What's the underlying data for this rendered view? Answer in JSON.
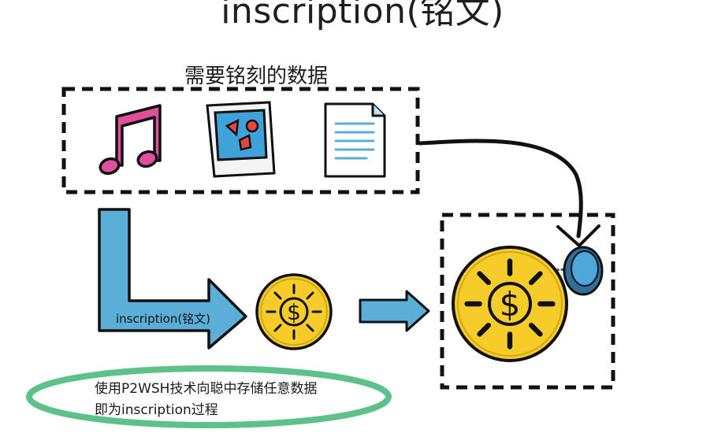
{
  "title": "inscription(铭文)",
  "data_box": {
    "label": "需要铭刻的数据",
    "items": [
      {
        "icon": "music-note-icon"
      },
      {
        "icon": "photo-icon"
      },
      {
        "icon": "document-icon"
      }
    ]
  },
  "arrow": {
    "label": "inscription(铭文)"
  },
  "coin": {
    "symbol": "$"
  },
  "note": {
    "line1": "使用P2WSH技术向聪中存储任意数据",
    "line2": "即为inscription过程"
  },
  "colors": {
    "arrow_blue": "#5aaed8",
    "coin_yellow": "#f5cc2a",
    "note_green": "#5cc28a",
    "music_pink": "#e0509a",
    "locket_blue": "#3d8dc4"
  }
}
